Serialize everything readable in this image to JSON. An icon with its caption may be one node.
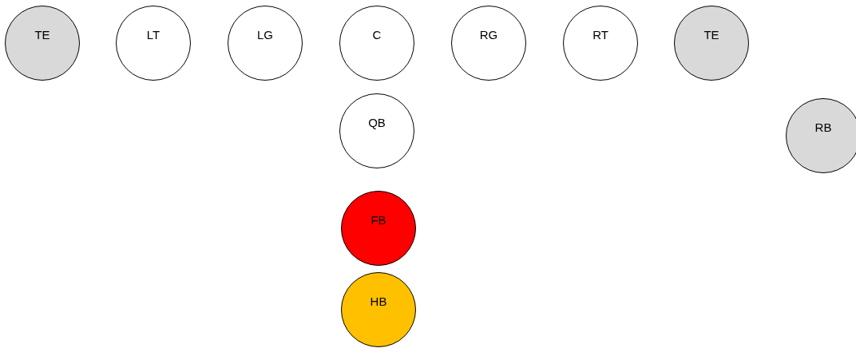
{
  "diagram": {
    "nodes": [
      {
        "text": [
          "TE"
        ]
      },
      {
        "text": [
          "LT"
        ]
      },
      {
        "text": [
          "LG"
        ]
      },
      {
        "text": [
          "C"
        ]
      },
      {
        "text": [
          "RG"
        ]
      },
      {
        "text": [
          "RT"
        ]
      },
      {
        "text": [
          "TE"
        ]
      },
      {
        "text": [
          "QB"
        ]
      },
      {
        "text": [
          "RB"
        ]
      },
      {
        "text": [
          "FB"
        ]
      },
      {
        "text": [
          "HB"
        ]
      }
    ]
  }
}
